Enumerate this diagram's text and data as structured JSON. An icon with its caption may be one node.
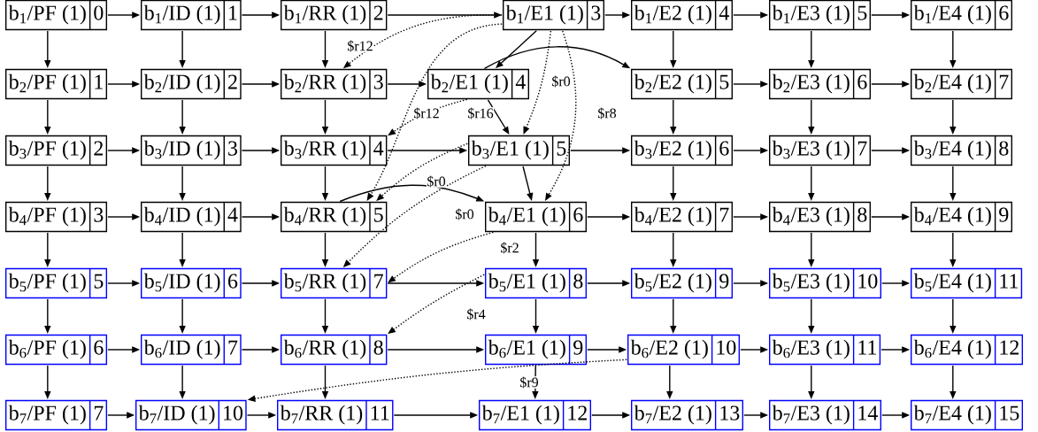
{
  "diagram": {
    "nodes": [
      {
        "text": [
          "b$_{1}$/PF (1)",
          "0"
        ]
      },
      {
        "text": [
          "b$_{1}$/ID (1)",
          "1"
        ]
      },
      {
        "text": [
          "b$_{1}$/RR (1)",
          "2"
        ]
      },
      {
        "text": [
          "b$_{1}$/E1 (1)",
          "3"
        ]
      },
      {
        "text": [
          "b$_{1}$/E2 (1)",
          "4"
        ]
      },
      {
        "text": [
          "b$_{1}$/E3 (1)",
          "5"
        ]
      },
      {
        "text": [
          "b$_{1}$/E4 (1)",
          "6"
        ]
      },
      {
        "text": [
          "b$_{2}$/PF (1)",
          "1"
        ]
      },
      {
        "text": [
          "b$_{2}$/ID (1)",
          "2"
        ]
      },
      {
        "text": [
          "b$_{2}$/RR (1)",
          "3"
        ]
      },
      {
        "text": [
          "b$_{2}$/E1 (1)",
          "4"
        ]
      },
      {
        "text": [
          "b$_{2}$/E2 (1)",
          "5"
        ]
      },
      {
        "text": [
          "b$_{2}$/E3 (1)",
          "6"
        ]
      },
      {
        "text": [
          "b$_{2}$/E4 (1)",
          "7"
        ]
      },
      {
        "text": [
          "b$_{3}$/PF (1)",
          "2"
        ]
      },
      {
        "text": [
          "b$_{3}$/ID (1)",
          "3"
        ]
      },
      {
        "text": [
          "b$_{3}$/RR (1)",
          "4"
        ]
      },
      {
        "text": [
          "b$_{3}$/E1 (1)",
          "5"
        ]
      },
      {
        "text": [
          "b$_{3}$/E2 (1)",
          "6"
        ]
      },
      {
        "text": [
          "b$_{3}$/E3 (1)",
          "7"
        ]
      },
      {
        "text": [
          "b$_{3}$/E4 (1)",
          "8"
        ]
      },
      {
        "text": [
          "b$_{4}$/PF (1)",
          "3"
        ]
      },
      {
        "text": [
          "b$_{4}$/ID (1)",
          "4"
        ]
      },
      {
        "text": [
          "b$_{4}$/RR (1)",
          "5"
        ]
      },
      {
        "text": [
          "b$_{4}$/E1 (1)",
          "6"
        ]
      },
      {
        "text": [
          "b$_{4}$/E2 (1)",
          "7"
        ]
      },
      {
        "text": [
          "b$_{4}$/E3 (1)",
          "8"
        ]
      },
      {
        "text": [
          "b$_{4}$/E4 (1)",
          "9"
        ]
      },
      {
        "text": [
          "b$_{5}$/PF (1)",
          "5"
        ]
      },
      {
        "text": [
          "b$_{5}$/ID (1)",
          "6"
        ]
      },
      {
        "text": [
          "b$_{5}$/RR (1)",
          "7"
        ]
      },
      {
        "text": [
          "b$_{5}$/E1 (1)",
          "8"
        ]
      },
      {
        "text": [
          "b$_{5}$/E2 (1)",
          "9"
        ]
      },
      {
        "text": [
          "b$_{5}$/E3 (1)",
          "10"
        ]
      },
      {
        "text": [
          "b$_{5}$/E4 (1)",
          "11"
        ]
      },
      {
        "text": [
          "b$_{6}$/PF (1)",
          "6"
        ]
      },
      {
        "text": [
          "b$_{6}$/ID (1)",
          "7"
        ]
      },
      {
        "text": [
          "b$_{6}$/RR (1)",
          "8"
        ]
      },
      {
        "text": [
          "b$_{6}$/E1 (1)",
          "9"
        ]
      },
      {
        "text": [
          "b$_{6}$/E2 (1)",
          "10"
        ]
      },
      {
        "text": [
          "b$_{6}$/E3 (1)",
          "11"
        ]
      },
      {
        "text": [
          "b$_{6}$/E4 (1)",
          "12"
        ]
      },
      {
        "text": [
          "b$_{7}$/PF (1)",
          "7"
        ]
      },
      {
        "text": [
          "b$_{7}$/ID (1)",
          "10"
        ]
      },
      {
        "text": [
          "b$_{7}$/RR (1)",
          "11"
        ]
      },
      {
        "text": [
          "b$_{7}$/E1 (1)",
          "12"
        ]
      },
      {
        "text": [
          "b$_{7}$/E2 (1)",
          "13"
        ]
      },
      {
        "text": [
          "b$_{7}$/E3 (1)",
          "14"
        ]
      },
      {
        "text": [
          "b$_{7}$/E4 (1)",
          "15"
        ]
      }
    ],
    "edges": [
      {
        "from": 0,
        "to": 1,
        "arrow": "to"
      },
      {
        "from": 1,
        "to": 2,
        "arrow": "to"
      },
      {
        "from": 2,
        "to": 3,
        "arrow": "to"
      },
      {
        "from": 3,
        "to": 4,
        "arrow": "to"
      },
      {
        "from": 4,
        "to": 5,
        "arrow": "to"
      },
      {
        "from": 5,
        "to": 6,
        "arrow": "to"
      },
      {
        "from": 7,
        "to": 8,
        "arrow": "to"
      },
      {
        "from": 8,
        "to": 9,
        "arrow": "to"
      },
      {
        "from": 9,
        "to": 10,
        "arrow": "to"
      },
      {
        "from": 10,
        "to": 11,
        "arrow": "to"
      },
      {
        "from": 11,
        "to": 12,
        "arrow": "to"
      },
      {
        "from": 12,
        "to": 13,
        "arrow": "to"
      },
      {
        "from": 14,
        "to": 15,
        "arrow": "to"
      },
      {
        "from": 15,
        "to": 16,
        "arrow": "to"
      },
      {
        "from": 16,
        "to": 17,
        "arrow": "to"
      },
      {
        "from": 17,
        "to": 18,
        "arrow": "to"
      },
      {
        "from": 18,
        "to": 19,
        "arrow": "to"
      },
      {
        "from": 19,
        "to": 20,
        "arrow": "to"
      },
      {
        "from": 21,
        "to": 22,
        "arrow": "to"
      },
      {
        "from": 22,
        "to": 23,
        "arrow": "to"
      },
      {
        "from": 23,
        "to": 24,
        "arrow": "to"
      },
      {
        "from": 24,
        "to": 25,
        "arrow": "to"
      },
      {
        "from": 25,
        "to": 26,
        "arrow": "to"
      },
      {
        "from": 26,
        "to": 27,
        "arrow": "to"
      },
      {
        "from": 28,
        "to": 29,
        "arrow": "to"
      },
      {
        "from": 29,
        "to": 30,
        "arrow": "to"
      },
      {
        "from": 30,
        "to": 31,
        "arrow": "to"
      },
      {
        "from": 31,
        "to": 32,
        "arrow": "to"
      },
      {
        "from": 32,
        "to": 33,
        "arrow": "to"
      },
      {
        "from": 33,
        "to": 34,
        "arrow": "to"
      },
      {
        "from": 35,
        "to": 36,
        "arrow": "to"
      },
      {
        "from": 36,
        "to": 37,
        "arrow": "to"
      },
      {
        "from": 37,
        "to": 38,
        "arrow": "to"
      },
      {
        "from": 38,
        "to": 39,
        "arrow": "to"
      },
      {
        "from": 39,
        "to": 40,
        "arrow": "to"
      },
      {
        "from": 40,
        "to": 41,
        "arrow": "to"
      },
      {
        "from": 42,
        "to": 43,
        "arrow": "to"
      },
      {
        "from": 43,
        "to": 44,
        "arrow": "to"
      },
      {
        "from": 44,
        "to": 45,
        "arrow": "to"
      },
      {
        "from": 45,
        "to": 46,
        "arrow": "to"
      },
      {
        "from": 46,
        "to": 47,
        "arrow": "to"
      },
      {
        "from": 47,
        "to": 48,
        "arrow": "to"
      },
      {
        "from": 0,
        "to": 7,
        "arrow": "to"
      },
      {
        "from": 1,
        "to": 8,
        "arrow": "to"
      },
      {
        "from": 2,
        "to": 9,
        "arrow": "to"
      },
      {
        "from": 3,
        "to": 10,
        "arrow": "to"
      },
      {
        "from": 4,
        "to": 11,
        "arrow": "to"
      },
      {
        "from": 5,
        "to": 12,
        "arrow": "to"
      },
      {
        "from": 6,
        "to": 13,
        "arrow": "to"
      },
      {
        "from": 7,
        "to": 14,
        "arrow": "to"
      },
      {
        "from": 8,
        "to": 15,
        "arrow": "to"
      },
      {
        "from": 9,
        "to": 16,
        "arrow": "to"
      },
      {
        "from": 10,
        "to": 17,
        "arrow": "to"
      },
      {
        "from": 11,
        "to": 18,
        "arrow": "to"
      },
      {
        "from": 12,
        "to": 19,
        "arrow": "to"
      },
      {
        "from": 13,
        "to": 20,
        "arrow": "to"
      },
      {
        "from": 14,
        "to": 21,
        "arrow": "to"
      },
      {
        "from": 15,
        "to": 22,
        "arrow": "to"
      },
      {
        "from": 16,
        "to": 23,
        "arrow": "to"
      },
      {
        "from": 17,
        "to": 24,
        "arrow": "to"
      },
      {
        "from": 18,
        "to": 25,
        "arrow": "to"
      },
      {
        "from": 19,
        "to": 26,
        "arrow": "to"
      },
      {
        "from": 20,
        "to": 27,
        "arrow": "to"
      },
      {
        "from": 21,
        "to": 28,
        "arrow": "to"
      },
      {
        "from": 22,
        "to": 29,
        "arrow": "to"
      },
      {
        "from": 23,
        "to": 30,
        "arrow": "to"
      },
      {
        "from": 24,
        "to": 31,
        "arrow": "to"
      },
      {
        "from": 25,
        "to": 32,
        "arrow": "to"
      },
      {
        "from": 26,
        "to": 33,
        "arrow": "to"
      },
      {
        "from": 27,
        "to": 34,
        "arrow": "to"
      },
      {
        "from": 28,
        "to": 35,
        "arrow": "to"
      },
      {
        "from": 29,
        "to": 36,
        "arrow": "to"
      },
      {
        "from": 30,
        "to": 37,
        "arrow": "to"
      },
      {
        "from": 31,
        "to": 38,
        "arrow": "to"
      },
      {
        "from": 32,
        "to": 39,
        "arrow": "to"
      },
      {
        "from": 33,
        "to": 40,
        "arrow": "to"
      },
      {
        "from": 34,
        "to": 41,
        "arrow": "to"
      },
      {
        "from": 35,
        "to": 42,
        "arrow": "to"
      },
      {
        "from": 36,
        "to": 43,
        "arrow": "to"
      },
      {
        "from": 37,
        "to": 44,
        "arrow": "to"
      },
      {
        "from": 38,
        "to": 45,
        "arrow": "to"
      },
      {
        "from": 39,
        "to": 46,
        "arrow": "to"
      },
      {
        "from": 40,
        "to": 47,
        "arrow": "to"
      },
      {
        "from": 41,
        "to": 48,
        "arrow": "to"
      },
      {
        "from": 3,
        "to": 9,
        "arrow": "to",
        "label": "$r12",
        "style": "dashed"
      },
      {
        "from": 3,
        "to": 23,
        "arrow": "to",
        "label": "$r12",
        "style": "dashed"
      },
      {
        "from": 10,
        "to": 16,
        "arrow": "to",
        "label": "$r16",
        "style": "dashed"
      },
      {
        "from": 3,
        "to": 17,
        "arrow": "to",
        "label": "$r0",
        "style": "dashed"
      },
      {
        "from": 3,
        "to": 24,
        "arrow": "to",
        "label": "$r8",
        "style": "dashed"
      },
      {
        "from": 17,
        "to": 23,
        "arrow": "to",
        "label": "$r0",
        "style": "dashed"
      },
      {
        "from": 17,
        "to": 30,
        "arrow": "to",
        "label": "$r0",
        "style": "dashed"
      },
      {
        "from": 24,
        "to": 30,
        "arrow": "to",
        "label": "$r2",
        "style": "dashed"
      },
      {
        "from": 31,
        "to": 37,
        "arrow": "to",
        "label": "$r4",
        "style": "dashed"
      },
      {
        "from": 39,
        "to": 43,
        "arrow": "to",
        "label": "$r9",
        "style": "dashed"
      }
    ]
  }
}
